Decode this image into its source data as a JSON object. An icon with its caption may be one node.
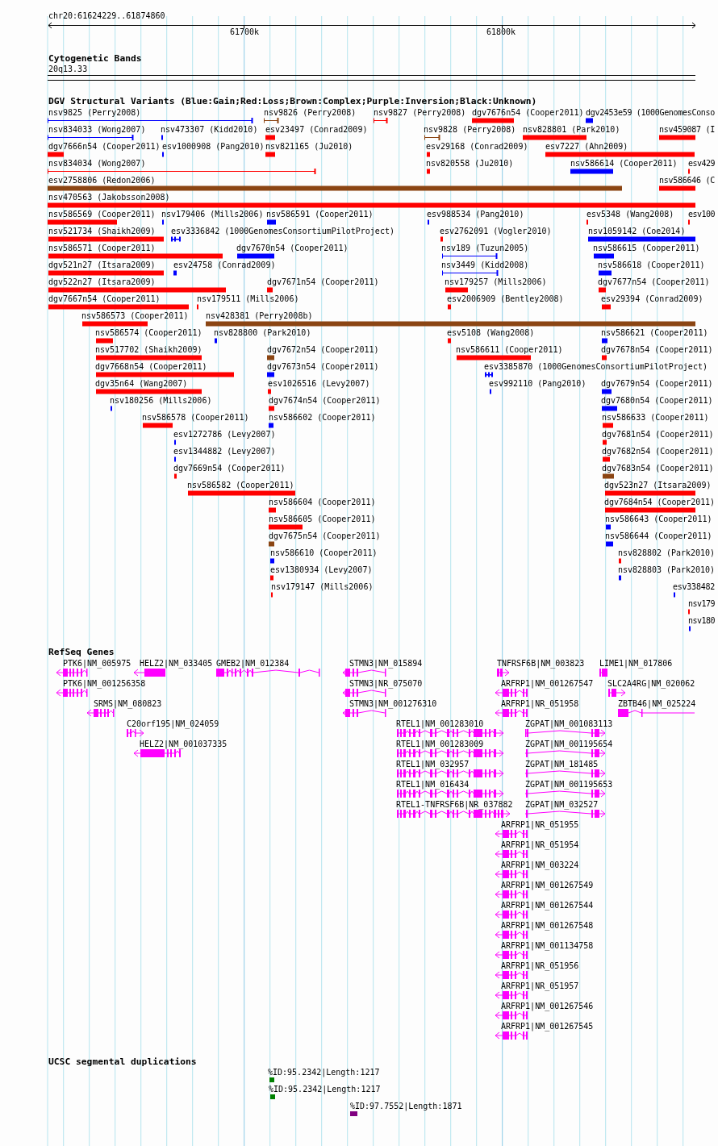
{
  "diagram": {
    "labels": [
      "chr20:61624229..61874860",
      "61700k",
      "61800k",
      "Cytogenetic Bands",
      "20q13.33",
      "DGV Structural Variants (Blue:Gain;Red:Loss;Brown:Complex;Purple:Inversion;Black:Unknown)",
      "nsv9825 (Perry2008)",
      "nsv9826 (Perry2008)",
      "nsv9827 (Perry2008)",
      "dgv7676n54 (Cooper2011)",
      "dgv2453e59 (1000GenomesConso",
      "nsv834033 (Wong2007)",
      "nsv473307 (Kidd2010)",
      "esv23497 (Conrad2009)",
      "nsv9828 (Perry2008)",
      "nsv828801 (Park2010)",
      "nsv459087 (I",
      "dgv7666n54 (Cooper2011)",
      "esv1000908 (Pang2010)",
      "nsv821165 (Ju2010)",
      "esv29168 (Conrad2009)",
      "esv7227 (Ahn2009)",
      "nsv834034 (Wong2007)",
      "nsv820558 (Ju2010)",
      "nsv586614 (Cooper2011)",
      "esv429",
      "esv2758806 (Redon2006)",
      "nsv586646 (C",
      "nsv470563 (Jakobsson2008)",
      "nsv586569 (Cooper2011)",
      "nsv179406 (Mills2006)",
      "nsv586591 (Cooper2011)",
      "esv988534 (Pang2010)",
      "esv5348 (Wang2008)",
      "esv100",
      "nsv521734 (Shaikh2009)",
      "esv3336842 (1000GenomesConsortiumPilotProject)",
      "esv2762091 (Vogler2010)",
      "nsv1059142 (Coe2014)",
      "nsv586571 (Cooper2011)",
      "dgv7670n54 (Cooper2011)",
      "nsv189 (Tuzun2005)",
      "nsv586615 (Cooper2011)",
      "dgv521n27 (Itsara2009)",
      "esv24758 (Conrad2009)",
      "nsv3449 (Kidd2008)",
      "nsv586618 (Cooper2011)",
      "dgv522n27 (Itsara2009)",
      "dgv7671n54 (Cooper2011)",
      "nsv179257 (Mills2006)",
      "dgv7677n54 (Cooper2011)",
      "dgv7667n54 (Cooper2011)",
      "nsv179511 (Mills2006)",
      "esv2006909 (Bentley2008)",
      "esv29394 (Conrad2009)",
      "nsv586573 (Cooper2011)",
      "nsv428381 (Perry2008b)",
      "nsv586574 (Cooper2011)",
      "nsv828800 (Park2010)",
      "esv5108 (Wang2008)",
      "nsv586621 (Cooper2011)",
      "nsv517702 (Shaikh2009)",
      "dgv7672n54 (Cooper2011)",
      "nsv586611 (Cooper2011)",
      "dgv7678n54 (Cooper2011)",
      "dgv7668n54 (Cooper2011)",
      "dgv7673n54 (Cooper2011)",
      "esv3385870 (1000GenomesConsortiumPilotProject)",
      "dgv35n64 (Wang2007)",
      "esv1026516 (Levy2007)",
      "esv992110 (Pang2010)",
      "dgv7679n54 (Cooper2011)",
      "nsv180256 (Mills2006)",
      "dgv7674n54 (Cooper2011)",
      "dgv7680n54 (Cooper2011)",
      "nsv586578 (Cooper2011)",
      "nsv586602 (Cooper2011)",
      "nsv586633 (Cooper2011)",
      "esv1272786 (Levy2007)",
      "dgv7681n54 (Cooper2011)",
      "esv1344882 (Levy2007)",
      "dgv7682n54 (Cooper2011)",
      "dgv7669n54 (Cooper2011)",
      "dgv7683n54 (Cooper2011)",
      "nsv586582 (Cooper2011)",
      "dgv523n27 (Itsara2009)",
      "nsv586604 (Cooper2011)",
      "dgv7684n54 (Cooper2011)",
      "nsv586605 (Cooper2011)",
      "nsv586643 (Cooper2011)",
      "dgv7675n54 (Cooper2011)",
      "nsv586644 (Cooper2011)",
      "nsv586610 (Cooper2011)",
      "nsv828802 (Park2010)",
      "esv1380934 (Levy2007)",
      "nsv828803 (Park2010)",
      "nsv179147 (Mills2006)",
      "esv338482",
      "nsv179",
      "nsv180",
      "RefSeq Genes",
      "PTK6|NM_005975",
      "HELZ2|NM_033405",
      "GMEB2|NM_012384",
      "STMN3|NM_015894",
      "TNFRSF6B|NM_003823",
      "LIME1|NM_017806",
      "PTK6|NM_001256358",
      "STMN3|NR_075070",
      "ARFRP1|NM_001267547",
      "SLC2A4RG|NM_020062",
      "SRMS|NM_080823",
      "STMN3|NM_001276310",
      "ARFRP1|NR_051958",
      "ZBTB46|NM_025224",
      "C20orf195|NM_024059",
      "RTEL1|NM_001283010",
      "ZGPAT|NM_001083113",
      "HELZ2|NM_001037335",
      "RTEL1|NM_001283009",
      "ZGPAT|NM_001195654",
      "RTEL1|NM_032957",
      "ZGPAT|NM_181485",
      "RTEL1|NM_016434",
      "ZGPAT|NM_001195653",
      "RTEL1-TNFRSF6B|NR_037882",
      "ZGPAT|NM_032527",
      "ARFRP1|NR_051955",
      "ARFRP1|NR_051954",
      "ARFRP1|NM_003224",
      "ARFRP1|NM_001267549",
      "ARFRP1|NM_001267544",
      "ARFRP1|NM_001267548",
      "ARFRP1|NM_001134758",
      "ARFRP1|NR_051956",
      "ARFRP1|NR_051957",
      "ARFRP1|NM_001267546",
      "ARFRP1|NM_001267545",
      "UCSC segmental duplications",
      "%ID:95.2342|Length:1217",
      "%ID:95.2342|Length:1217",
      "%ID:97.7552|Length:1871"
    ]
  }
}
